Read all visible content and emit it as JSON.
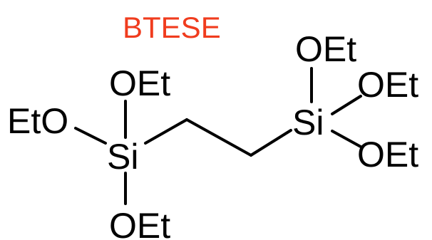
{
  "title": "BTESE",
  "colors": {
    "title": "#f03c1e",
    "atoms": "#000000",
    "background": "#ffffff"
  },
  "atoms": {
    "si_left": "Si",
    "si_right": "Si",
    "oet_left_top": "OEt",
    "eto_left_side": "EtO",
    "oet_left_bottom": "OEt",
    "oet_right_top": "OEt",
    "oet_right_upper": "OEt",
    "oet_right_lower": "OEt"
  }
}
